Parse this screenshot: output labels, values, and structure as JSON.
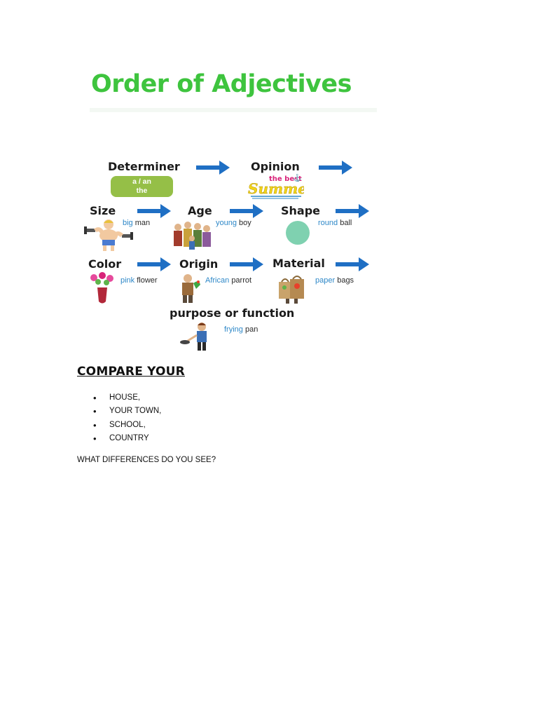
{
  "infographic": {
    "title": "Order of Adjectives",
    "categories": {
      "determiner": "Determiner",
      "opinion": "Opinion",
      "size": "Size",
      "age": "Age",
      "shape": "Shape",
      "color": "Color",
      "origin": "Origin",
      "material": "Material",
      "purpose": "purpose or function"
    },
    "determiner_pill": {
      "line1": "a / an",
      "line2": "the"
    },
    "opinion_example": {
      "line1": "the best",
      "line2": "Summer"
    },
    "examples": {
      "size": {
        "adj": "big",
        "noun": "man"
      },
      "age": {
        "adj": "young",
        "noun": "boy"
      },
      "shape": {
        "adj": "round",
        "noun": "ball"
      },
      "color": {
        "adj": "pink",
        "noun": "flower"
      },
      "origin": {
        "adj": "African",
        "noun": "parrot"
      },
      "material": {
        "adj": "paper",
        "noun": "bags"
      },
      "purpose": {
        "adj": "frying",
        "noun": "pan"
      }
    },
    "colors": {
      "title": "#3ec43e",
      "arrow": "#1f6fc4",
      "keyword": "#2e88c8",
      "pill": "#95bf47"
    }
  },
  "section": {
    "title": "COMPARE YOUR",
    "items": [
      "HOUSE,",
      "YOUR TOWN,",
      "SCHOOL,",
      "COUNTRY"
    ],
    "question": "WHAT DIFFERENCES DO YOU SEE?"
  }
}
